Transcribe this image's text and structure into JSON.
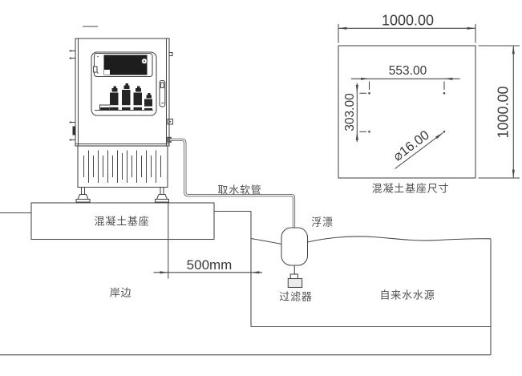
{
  "labels": {
    "intake_hose": "取水软管",
    "float": "浮漂",
    "concrete_base": "混凝土基座",
    "shore": "岸边",
    "filter": "过滤器",
    "water_source": "自来水水源",
    "base_dims_caption": "混凝土基座尺寸"
  },
  "dims": {
    "offset_500mm": "500mm",
    "width_1000": "1000.00",
    "height_1000": "1000.00",
    "holes_h_553": "553.00",
    "holes_v_303": "303.00",
    "hole_dia_16": "⌀16.00"
  },
  "colors": {
    "line": "#474747",
    "text": "#3a3a3a"
  }
}
